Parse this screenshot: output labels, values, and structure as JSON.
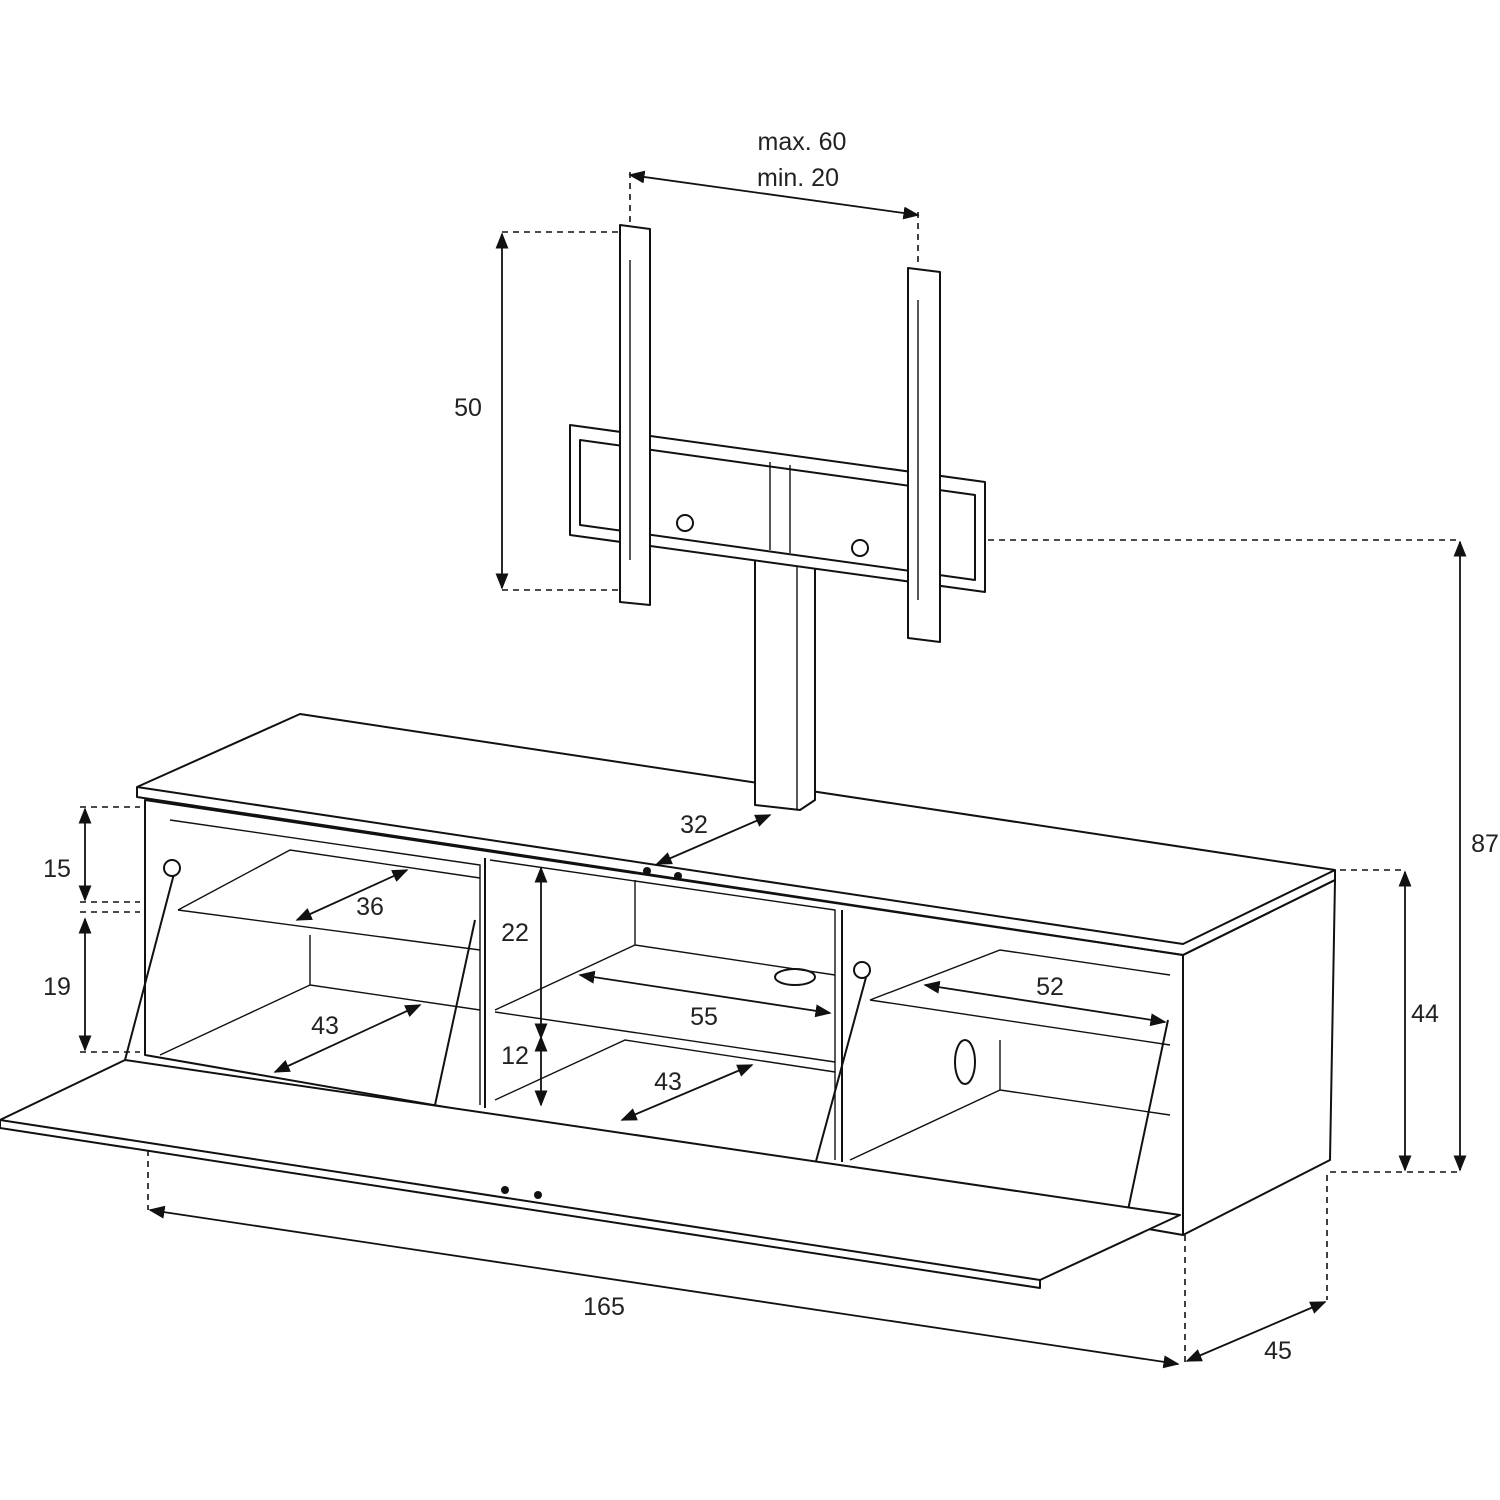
{
  "title": "TV stand with mount – dimension drawing",
  "dimensions": {
    "vesa_max": "max. 60",
    "vesa_min": "min. 20",
    "mount_height": "50",
    "total_height": "87",
    "cabinet_height": "44",
    "depth": "45",
    "width": "165",
    "top_gap": "15",
    "left_lower_height": "19",
    "left_shelf_depth": "36",
    "left_bottom_depth": "43",
    "center_upper_height": "22",
    "center_width": "55",
    "center_lower_height": "12",
    "center_bottom_depth": "43",
    "column_offset": "32",
    "right_width": "52"
  }
}
